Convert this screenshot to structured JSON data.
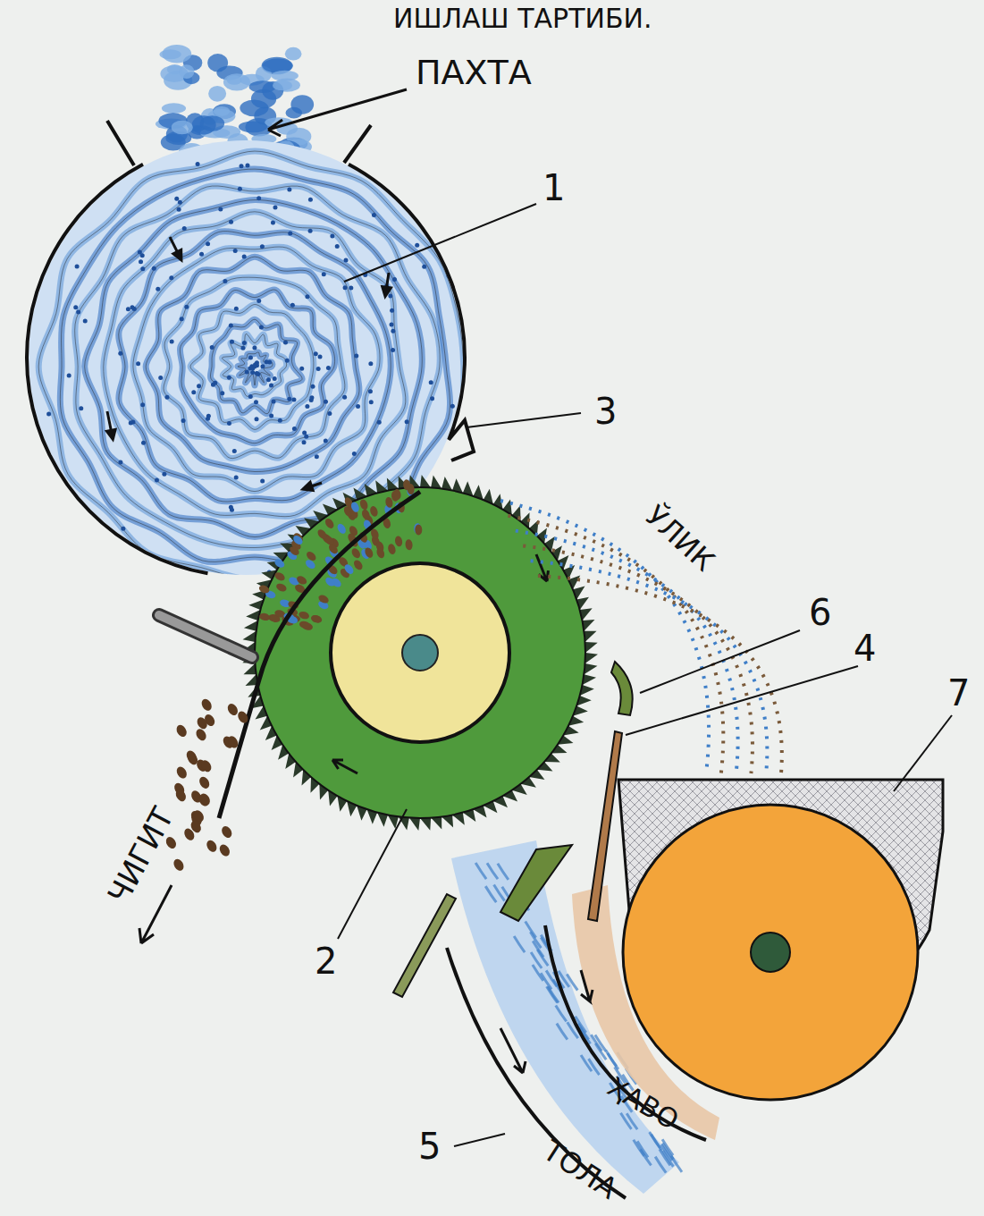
{
  "diagram": {
    "title": "ИШЛАШ ТАРТИБИ.",
    "labels": [
      "ПАХТА",
      "1",
      "3",
      "ЎЛИК",
      "6",
      "4",
      "7",
      "ЧИГИТ",
      "2",
      "5",
      "ҲАВО",
      "ТОЛА"
    ]
  }
}
